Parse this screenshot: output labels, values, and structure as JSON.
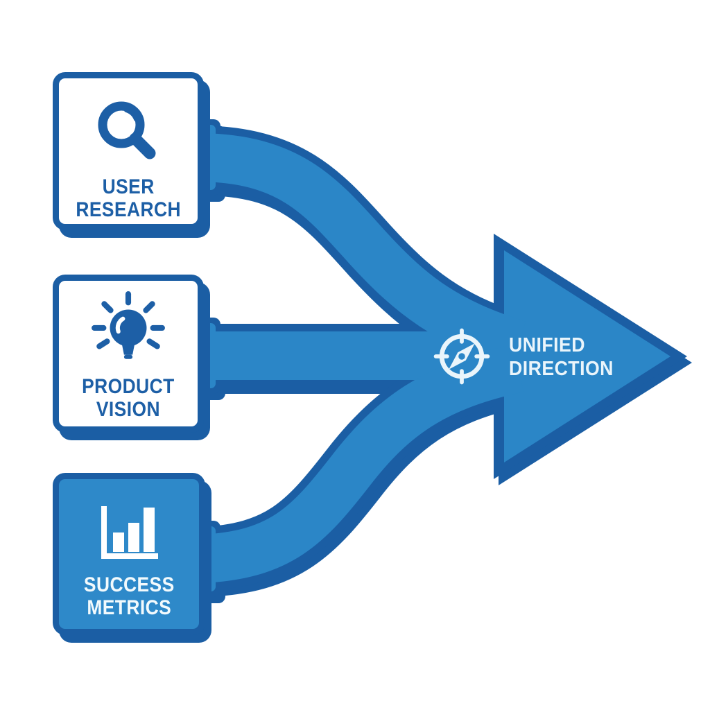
{
  "diagram": {
    "type": "convergence-flow",
    "description": "Three source boxes merge into one large right-pointing arrow"
  },
  "colors": {
    "arrow_blue": "#2b86c7",
    "solid_box_blue": "#2e89c9",
    "outline_dark_blue": "#1b5ea4",
    "box_text_blue": "#1d5fa6",
    "light_text": "#eaf5fb",
    "background": "#ffffff"
  },
  "sources": [
    {
      "line1": "USER",
      "line2": "RESEARCH",
      "icon": "magnifier-icon",
      "variant": "outline"
    },
    {
      "line1": "PRODUCT",
      "line2": "VISION",
      "icon": "lightbulb-icon",
      "variant": "outline"
    },
    {
      "line1": "SUCCESS",
      "line2": "METRICS",
      "icon": "bar-chart-icon",
      "variant": "solid"
    }
  ],
  "destination": {
    "line1": "UNIFIED",
    "line2": "DIRECTION",
    "icon": "compass-icon"
  }
}
